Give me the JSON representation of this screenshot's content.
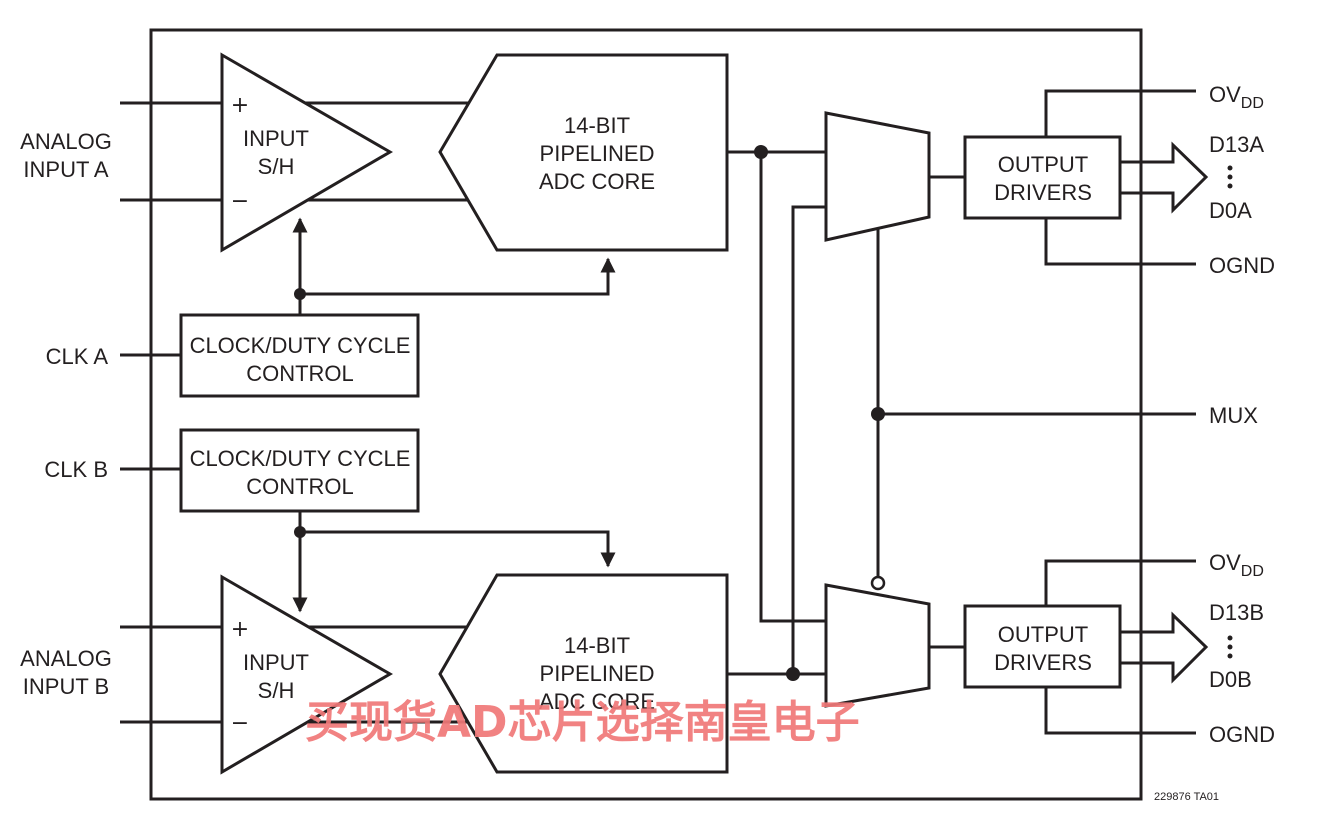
{
  "inputs": {
    "analog_a": [
      "ANALOG",
      "INPUT A"
    ],
    "analog_b": [
      "ANALOG",
      "INPUT B"
    ],
    "clk_a": "CLK A",
    "clk_b": "CLK B"
  },
  "blocks": {
    "input_sh": [
      "INPUT",
      "S/H"
    ],
    "plus": "+",
    "minus": "−",
    "adc_core": [
      "14-BIT",
      "PIPELINED",
      "ADC CORE"
    ],
    "clock_control": [
      "CLOCK/DUTY CYCLE",
      "CONTROL"
    ],
    "output_drivers": [
      "OUTPUT",
      "DRIVERS"
    ]
  },
  "outputs": {
    "ovdd_main": "OV",
    "ovdd_sub": "DD",
    "ognd": "OGND",
    "d13a": "D13A",
    "d0a": "D0A",
    "mux": "MUX",
    "d13b": "D13B",
    "d0b": "D0B"
  },
  "figure_code": "229876 TA01",
  "watermark": "买现货AD芯片选择南皇电子"
}
